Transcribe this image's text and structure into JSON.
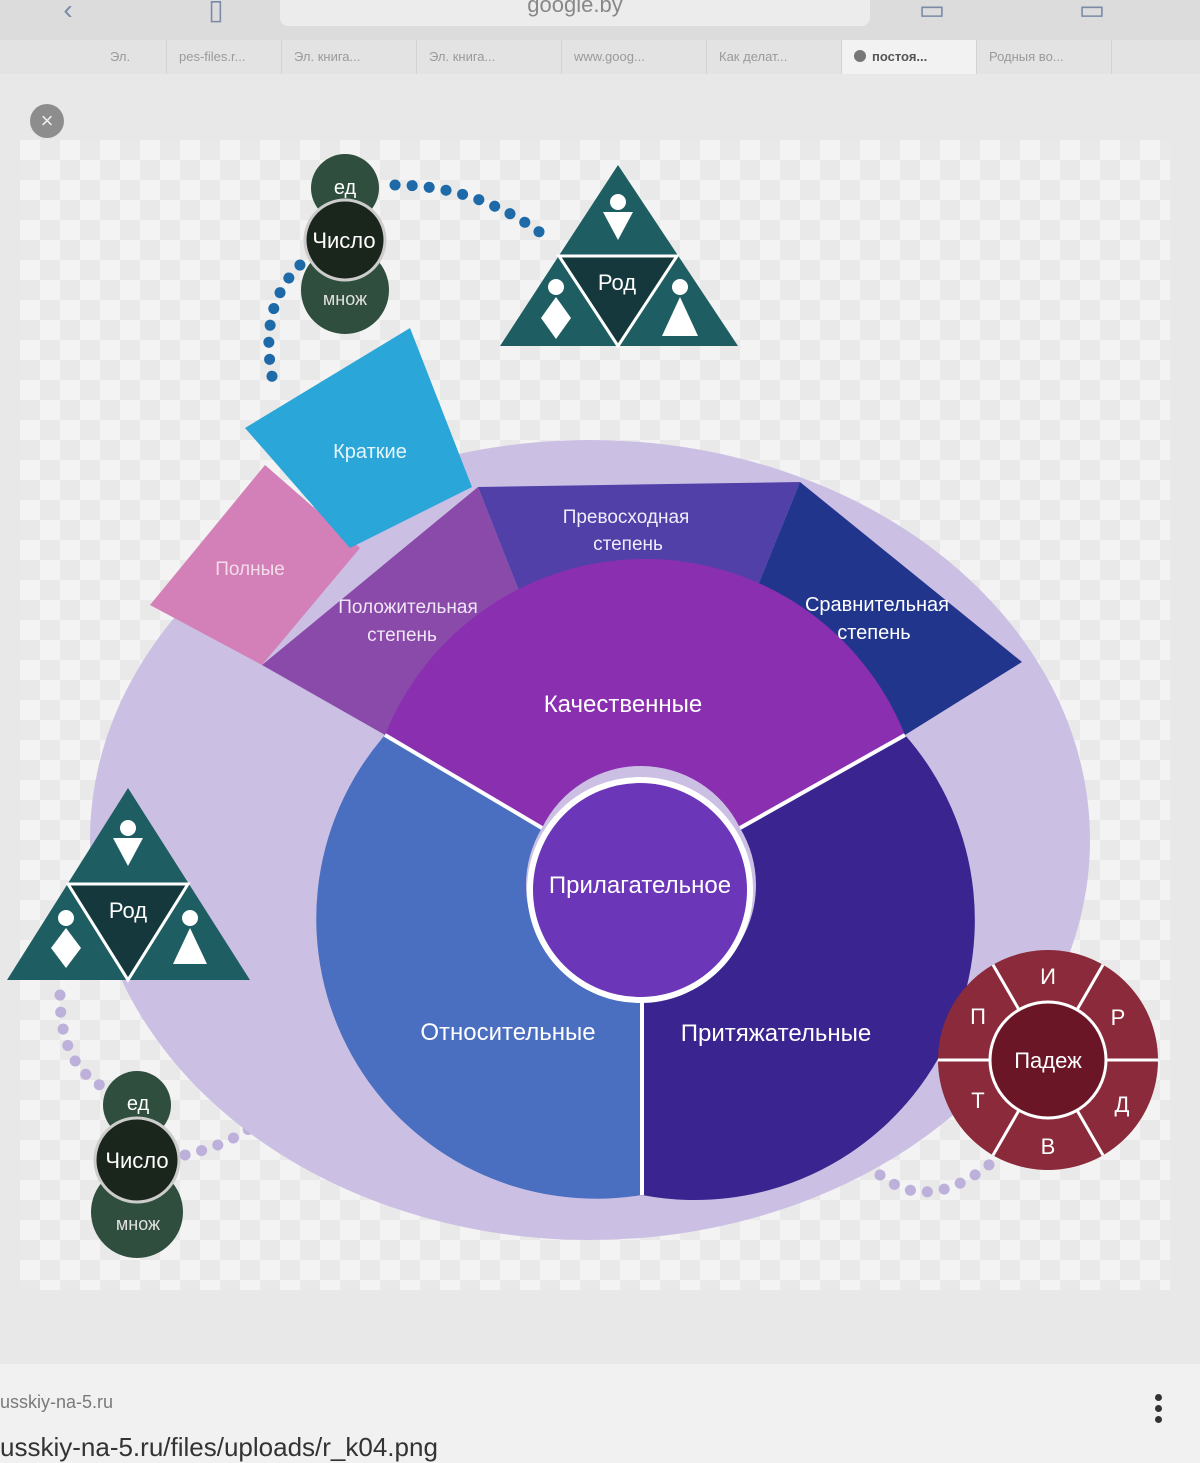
{
  "browser": {
    "address": "google.by",
    "tabs": [
      "Эл.",
      "pes-files.r...",
      "Эл. книга...",
      "Эл. книга...",
      "www.goog...",
      "Как делат...",
      "постоя...",
      "Родныя во..."
    ],
    "active_tab_index": 6
  },
  "diagram": {
    "center": "Прилагательное",
    "groups": {
      "qualitative": "Качественные",
      "relative": "Относительные",
      "possessive": "Притяжательные"
    },
    "degrees": {
      "positive": [
        "Положительная",
        "степень"
      ],
      "superlative": [
        "Превосходная",
        "степень"
      ],
      "comparative": [
        "Сравнительная",
        "степень"
      ]
    },
    "forms": {
      "full": "Полные",
      "short": "Краткие"
    },
    "number": {
      "label": "Число",
      "singular": "ед",
      "plural": "множ"
    },
    "gender": {
      "label": "Род"
    },
    "case": {
      "label": "Падеж",
      "letters": [
        "И",
        "Р",
        "Д",
        "В",
        "Т",
        "П"
      ]
    }
  },
  "footer": {
    "domain": "usskiy-na-5.ru",
    "url": "usskiy-na-5.ru/files/uploads/r_k04.png"
  },
  "colors": {
    "qualitative": "#8a2fb0",
    "relative": "#4a6fc0",
    "possessive": "#3a2590",
    "center": "#6b36b8",
    "superlative": "#5040a8",
    "comparative": "#22358c",
    "positive": "#8a4aaa",
    "full": "#d480b8",
    "short": "#2aa6d8",
    "gender": "#1e5e62",
    "number": "#2a4a3a",
    "case": "#8a2a3a"
  }
}
